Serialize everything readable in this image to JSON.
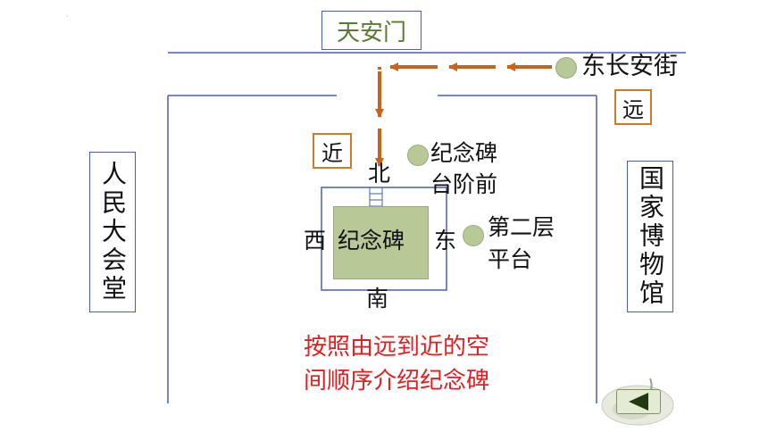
{
  "labels": {
    "tiananmen": "天安门",
    "east_street": "东长安街",
    "far": "远",
    "near": "近",
    "great_hall": "人民大会堂",
    "museum": "国家博物馆",
    "north": "北",
    "south": "南",
    "west": "西",
    "east": "东",
    "monument": "纪念碑",
    "front_steps_line1": "纪念碑",
    "front_steps_line2": "台阶前",
    "second_level_line1": "第二层",
    "second_level_line2": "平台"
  },
  "caption": {
    "line1": "按照由远到近的空",
    "line2": "间顺序介绍纪念碑"
  },
  "colors": {
    "border_blue": "#4a5fb0",
    "arrow_orange": "#c8641a",
    "monument_green": "#b9c897",
    "caption_red": "#e02020",
    "tiananmen_green": "#5a7a32"
  },
  "nav": {
    "icon": "back-arrow-icon"
  }
}
